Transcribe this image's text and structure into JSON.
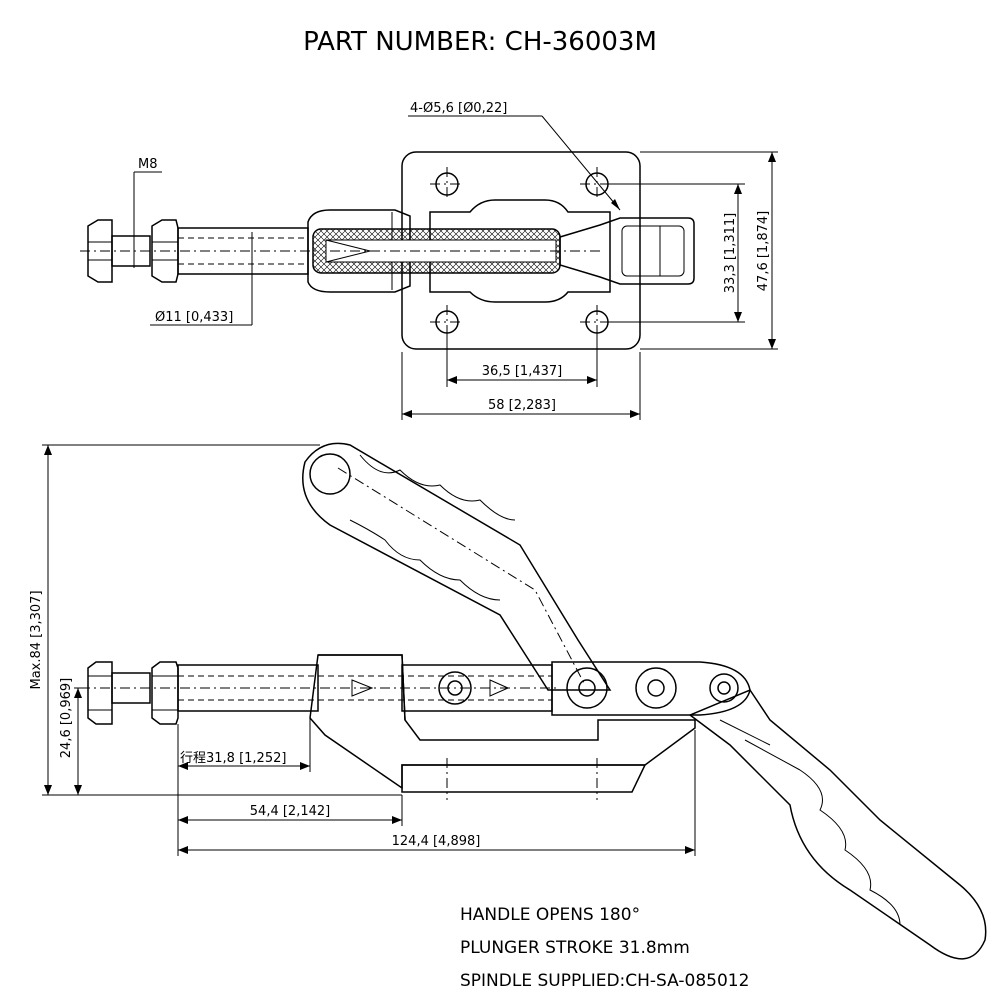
{
  "title": "PART NUMBER:  CH-36003M",
  "dimensions": {
    "hole_pattern": "4-Ø5,6 [Ø0,22]",
    "thread": "M8",
    "rod_diameter": "Ø11 [0,433]",
    "hole_spacing_x": "36,5 [1,437]",
    "base_width": "58 [2,283]",
    "hole_spacing_y": "33,3 [1,311]",
    "base_height": "47,6 [1,874]",
    "max_height": "Max.84 [3,307]",
    "rod_height": "24,6 [0,969]",
    "stroke": "行程31,8 [1,252]",
    "rod_to_base": "54,4 [2,142]",
    "overall_length": "124,4 [4,898]"
  },
  "notes": [
    "HANDLE OPENS 180°",
    "PLUNGER STROKE 31.8mm",
    "SPINDLE SUPPLIED:CH-SA-085012"
  ]
}
